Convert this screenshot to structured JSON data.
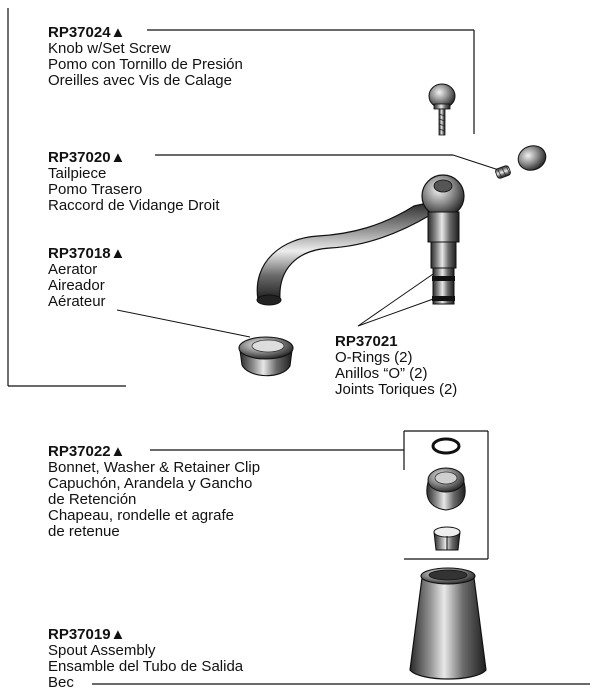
{
  "parts": [
    {
      "id": "RP37024",
      "part_number": "RP37024▲",
      "lines": [
        "Knob w/Set Screw",
        "Pomo con Tornillo de Presión",
        "Oreilles avec Vis de Calage"
      ]
    },
    {
      "id": "RP37020",
      "part_number": "RP37020▲",
      "lines": [
        "Tailpiece",
        "Pomo Trasero",
        "Raccord de Vidange Droit"
      ]
    },
    {
      "id": "RP37018",
      "part_number": "RP37018▲",
      "lines": [
        "Aerator",
        "Aireador",
        "Aérateur"
      ]
    },
    {
      "id": "RP37021",
      "part_number": "RP37021",
      "lines": [
        "O-Rings (2)",
        "Anillos “O” (2)",
        "Joints Toriques (2)"
      ]
    },
    {
      "id": "RP37022",
      "part_number": "RP37022▲",
      "lines": [
        "Bonnet, Washer & Retainer Clip",
        "Capuchón, Arandela y Gancho",
        "de Retención",
        "Chapeau, rondelle et agrafe",
        "de retenue"
      ]
    },
    {
      "id": "RP37019",
      "part_number": "RP37019▲",
      "lines": [
        "Spout Assembly",
        "Ensamble del Tubo de Salida",
        "Bec"
      ]
    }
  ]
}
